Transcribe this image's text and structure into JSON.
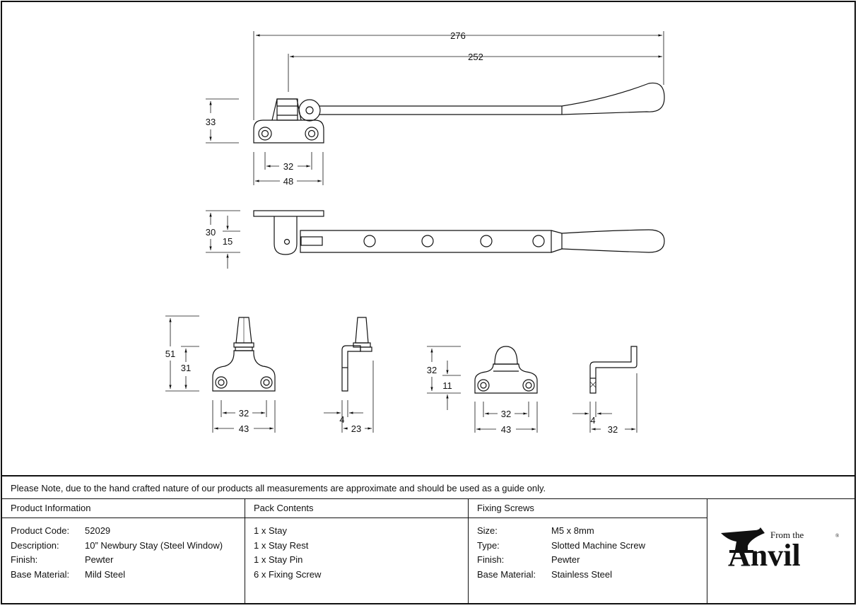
{
  "dimensions": {
    "top_view": {
      "overall": "276",
      "stay_length": "252",
      "height": "33",
      "hole_centres": "32",
      "base_width": "48"
    },
    "side_view": {
      "overall_height": "30",
      "pin_offset": "15"
    },
    "stay_pin": {
      "height": "51",
      "base_height": "31",
      "hole_centres": "32",
      "base_width": "43",
      "plate": "4",
      "depth": "23"
    },
    "stay_rest": {
      "height": "32",
      "base_height": "11",
      "hole_centres": "32",
      "base_width": "43",
      "plate": "4",
      "depth": "32"
    }
  },
  "note": "Please Note, due to the hand crafted nature of our products all measurements are approximate and should be used as a guide only.",
  "product_info": {
    "heading": "Product Information",
    "rows": [
      {
        "label": "Product Code:",
        "value": "52029"
      },
      {
        "label": "Description:",
        "value": "10” Newbury Stay (Steel Window)"
      },
      {
        "label": "Finish:",
        "value": "Pewter"
      },
      {
        "label": "Base Material:",
        "value": "Mild Steel"
      }
    ]
  },
  "pack_contents": {
    "heading": "Pack Contents",
    "items": [
      "1 x Stay",
      "1 x Stay Rest",
      "1 x Stay Pin",
      "6 x Fixing Screw"
    ]
  },
  "fixing_screws": {
    "heading": "Fixing Screws",
    "rows": [
      {
        "label": "Size:",
        "value": "M5 x 8mm"
      },
      {
        "label": "Type:",
        "value": "Slotted Machine Screw"
      },
      {
        "label": "Finish:",
        "value": "Pewter"
      },
      {
        "label": "Base Material:",
        "value": "Stainless Steel"
      }
    ]
  },
  "logo": {
    "prefix": "From the",
    "name": "Anvil",
    "mark": "®"
  }
}
